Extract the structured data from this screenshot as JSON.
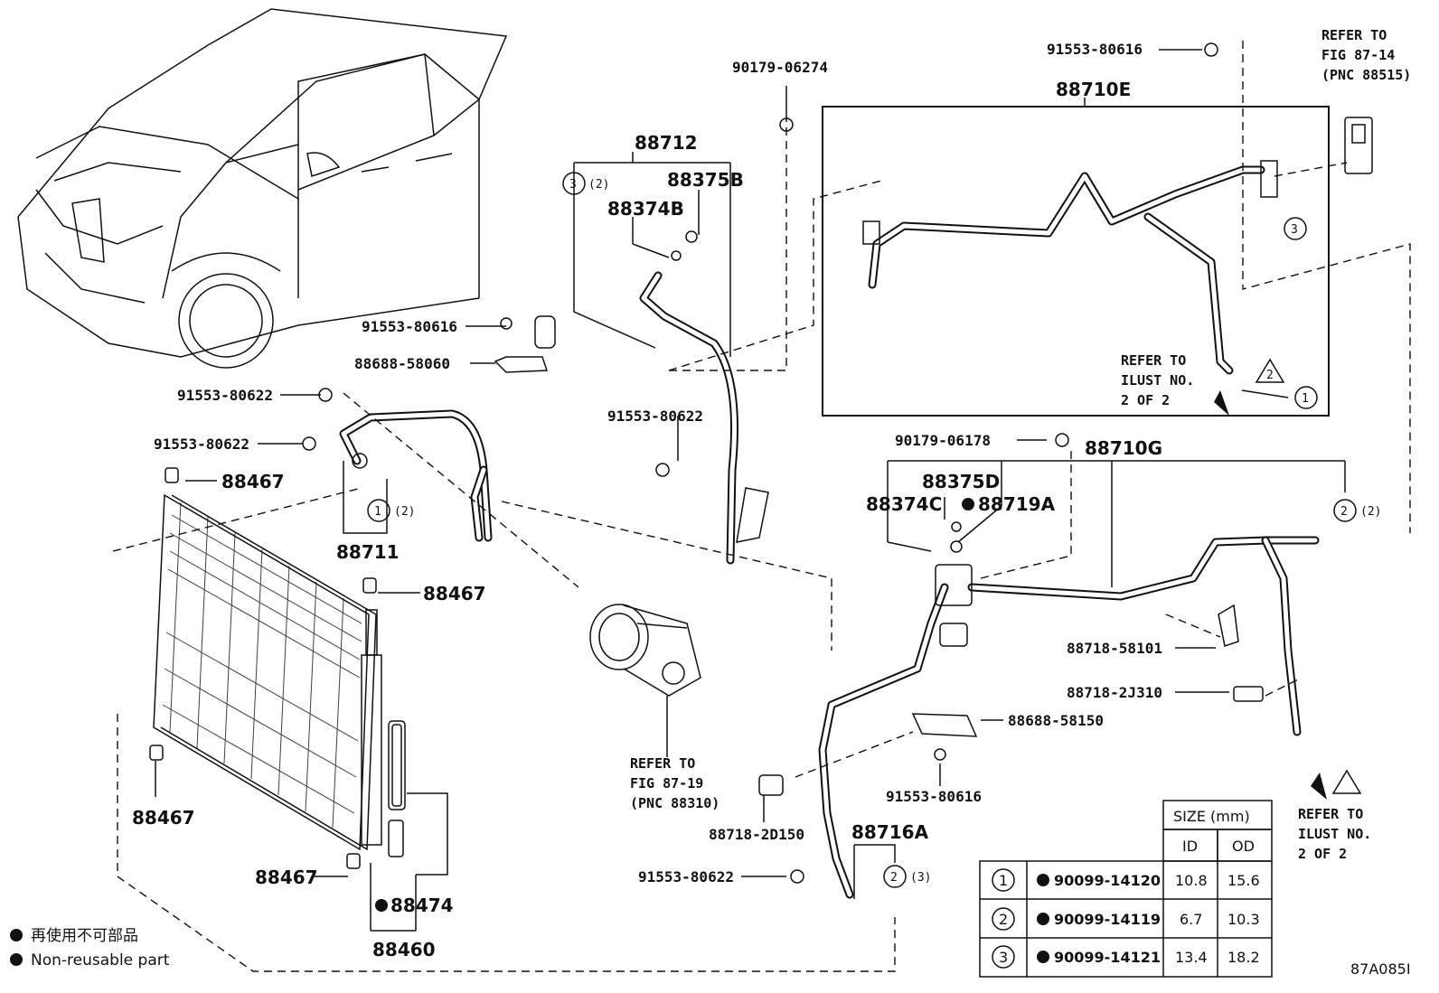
{
  "labels": {
    "p_91553_80616_top": "91553-80616",
    "p_90179_06274": "90179-06274",
    "p_88712": "88712",
    "p_88375B": "88375B",
    "p_88374B": "88374B",
    "p_88710E": "88710E",
    "p_91553_80616_a": "91553-80616",
    "p_88688_58060": "88688-58060",
    "p_91553_80622_a": "91553-80622",
    "p_91553_80622_b": "91553-80622",
    "p_91553_80622_c": "91553-80622",
    "p_88467_a": "88467",
    "p_88467_b": "88467",
    "p_88467_c": "88467",
    "p_88467_d": "88467",
    "p_88711": "88711",
    "p_90179_06178": "90179-06178",
    "p_88710G": "88710G",
    "p_88375D": "88375D",
    "p_88374C": "88374C",
    "p_88719A": "88719A",
    "p_88718_58101": "88718-58101",
    "p_88718_2J310": "88718-2J310",
    "p_88688_58150": "88688-58150",
    "p_91553_80616_b": "91553-80616",
    "p_88718_2D150": "88718-2D150",
    "p_88716A": "88716A",
    "p_91553_80622_d": "91553-80622",
    "p_88474": "88474",
    "p_88460": "88460",
    "qty_2": "(2)",
    "qty_2b": "(2)",
    "qty_2c": "(2)",
    "qty_3": "(3)"
  },
  "callouts": {
    "c1": "1",
    "c2": "2",
    "c3": "3",
    "tri": "2"
  },
  "refs": {
    "fig_87_14_l1": "REFER TO",
    "fig_87_14_l2": "FIG 87-14",
    "fig_87_14_l3": "(PNC 88515)",
    "ilust_a_l1": "REFER TO",
    "ilust_a_l2": "ILUST NO.",
    "ilust_a_l3": "2 OF 2",
    "fig_87_19_l1": "REFER TO",
    "fig_87_19_l2": "FIG 87-19",
    "fig_87_19_l3": "(PNC 88310)",
    "ilust_b_l1": "REFER TO",
    "ilust_b_l2": "ILUST NO.",
    "ilust_b_l3": "2 OF 2"
  },
  "table": {
    "header_size": "SIZE (mm)",
    "header_id": "ID",
    "header_od": "OD",
    "rows": [
      {
        "key": "1",
        "part": "90099-14120",
        "id": "10.8",
        "od": "15.6"
      },
      {
        "key": "2",
        "part": "90099-14119",
        "id": "6.7",
        "od": "10.3"
      },
      {
        "key": "3",
        "part": "90099-14121",
        "id": "13.4",
        "od": "18.2"
      }
    ]
  },
  "legend": {
    "jp": "再使用不可部品",
    "en": "Non-reusable part"
  },
  "figure_code": "87A085I"
}
